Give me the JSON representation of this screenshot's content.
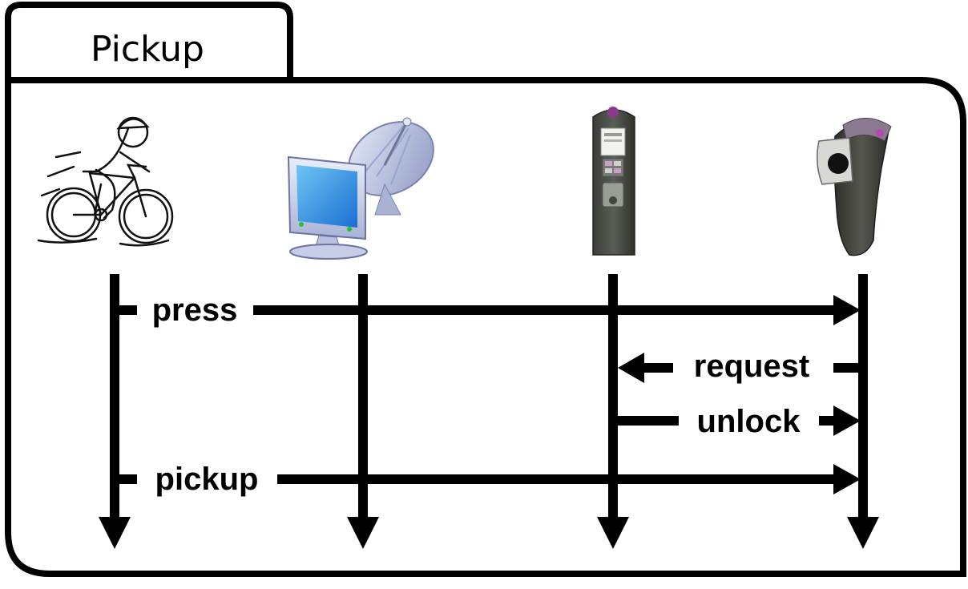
{
  "frame": {
    "title": "Pickup"
  },
  "participants": [
    {
      "id": "cyclist",
      "icon": "cyclist-icon"
    },
    {
      "id": "server",
      "icon": "computer-satellite-icon"
    },
    {
      "id": "kiosk",
      "icon": "kiosk-terminal-icon"
    },
    {
      "id": "lock",
      "icon": "bike-lock-icon"
    }
  ],
  "messages": [
    {
      "label": "press",
      "from": "cyclist",
      "to": "lock"
    },
    {
      "label": "request",
      "from": "lock",
      "to": "kiosk"
    },
    {
      "label": "unlock",
      "from": "kiosk",
      "to": "lock"
    },
    {
      "label": "pickup",
      "from": "cyclist",
      "to": "lock"
    }
  ]
}
